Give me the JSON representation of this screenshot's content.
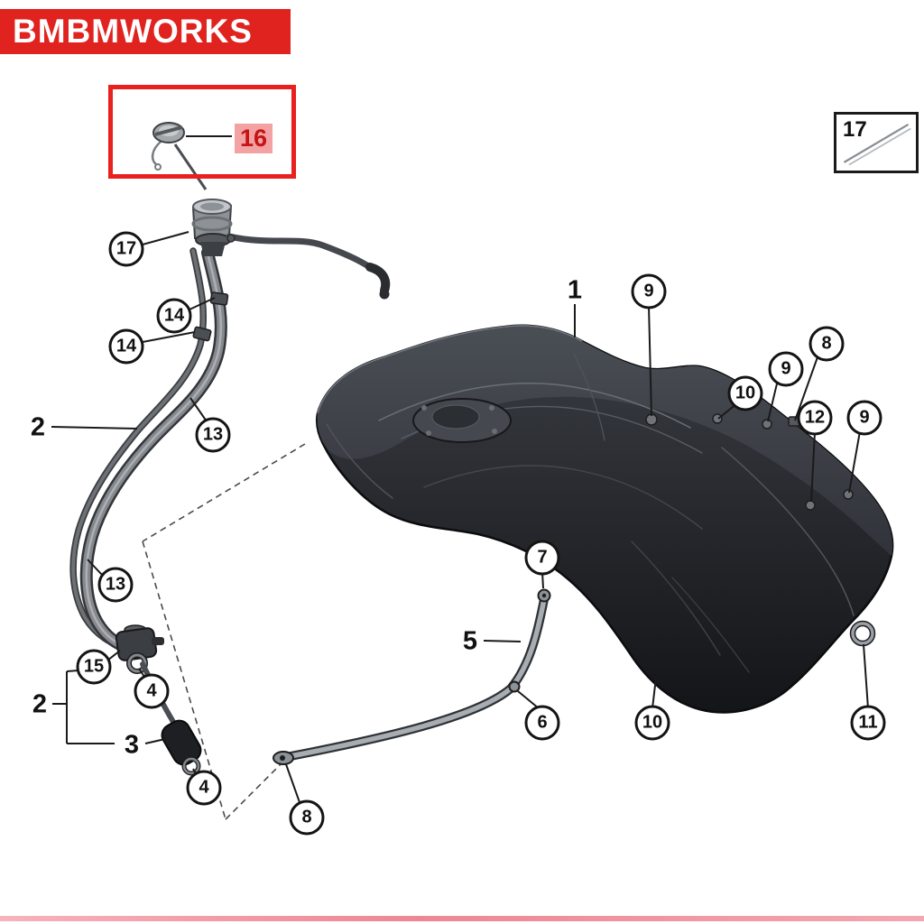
{
  "brand": {
    "name": "BMBMWORKS"
  },
  "colors": {
    "brand_red": "#e0231f",
    "highlight_box_red": "#e8201e",
    "part16_label_bg": "#f2a2a2",
    "part16_label_text": "#c41414",
    "callout_border": "#141414",
    "tank_dark": "#26282d",
    "pipe_gray": "#85898e",
    "strap_gray": "#a8adb2",
    "footer_pink": "#ee8795"
  },
  "legend_box": {
    "label": "17"
  },
  "highlighted_part": {
    "label": "16"
  },
  "plain_labels": [
    {
      "id": "part-1",
      "label": "1"
    },
    {
      "id": "part-2-upper",
      "label": "2"
    },
    {
      "id": "part-2-lower",
      "label": "2"
    },
    {
      "id": "part-3",
      "label": "3"
    },
    {
      "id": "part-5",
      "label": "5"
    }
  ],
  "circled_labels": [
    {
      "id": "part-17",
      "label": "17"
    },
    {
      "id": "part-14-a",
      "label": "14"
    },
    {
      "id": "part-14-b",
      "label": "14"
    },
    {
      "id": "part-13-a",
      "label": "13"
    },
    {
      "id": "part-13-b",
      "label": "13"
    },
    {
      "id": "part-15",
      "label": "15"
    },
    {
      "id": "part-4-a",
      "label": "4"
    },
    {
      "id": "part-4-b",
      "label": "4"
    },
    {
      "id": "part-8-a",
      "label": "8"
    },
    {
      "id": "part-7",
      "label": "7"
    },
    {
      "id": "part-6",
      "label": "6"
    },
    {
      "id": "part-9-a",
      "label": "9"
    },
    {
      "id": "part-8-b",
      "label": "8"
    },
    {
      "id": "part-9-b",
      "label": "9"
    },
    {
      "id": "part-10-a",
      "label": "10"
    },
    {
      "id": "part-12",
      "label": "12"
    },
    {
      "id": "part-9-c",
      "label": "9"
    },
    {
      "id": "part-10-b",
      "label": "10"
    },
    {
      "id": "part-11",
      "label": "11"
    }
  ]
}
